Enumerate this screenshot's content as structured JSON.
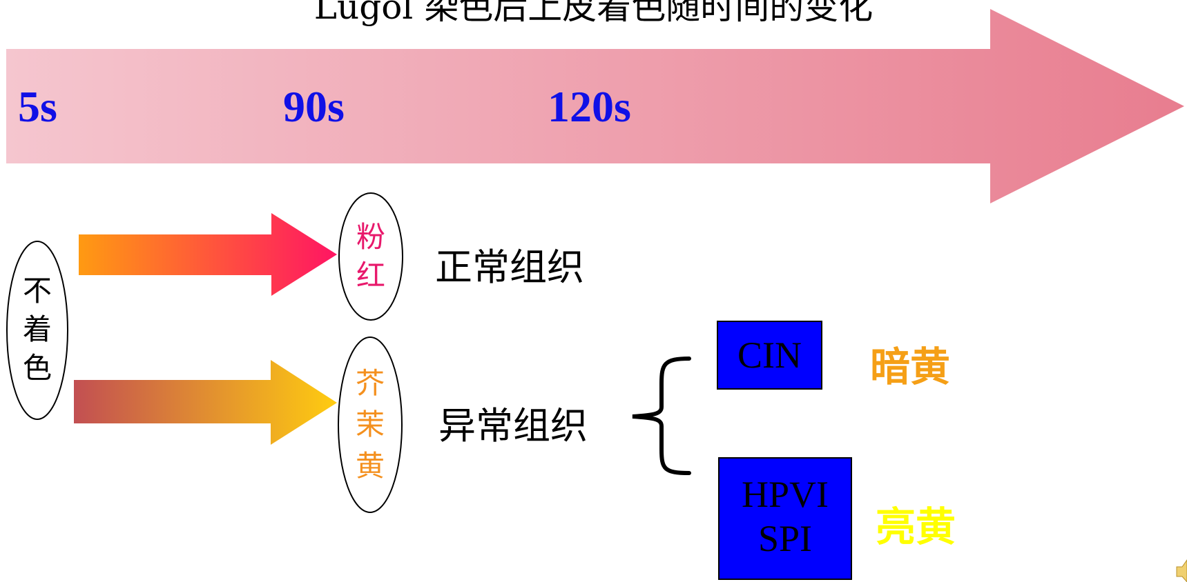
{
  "title": "Lugol   染色后上皮着色随时间的变化",
  "timeline": {
    "ticks": [
      "5s",
      "90s",
      "120s"
    ],
    "tick_color": "#1010e6",
    "arrow_color_start": "#f5c6cf",
    "arrow_color_end": "#e87d8f"
  },
  "start": {
    "label": "不着色"
  },
  "normal": {
    "stain": "粉红",
    "stain_color": "#e8186b",
    "tissue": "正常组织",
    "arrow_colors": [
      "#ff9a12",
      "#ff1563"
    ]
  },
  "abnormal": {
    "stain": "芥茉黄",
    "stain_color": "#f4901e",
    "tissue": "异常组织",
    "arrow_colors": [
      "#c24f52",
      "#ffcc10"
    ],
    "outcomes": [
      {
        "box": "CIN",
        "result": "暗黄",
        "result_color": "#f59f16"
      },
      {
        "box": "HPVI SPI",
        "result": "亮黄",
        "result_color": "#ffff00"
      }
    ]
  },
  "icons": [
    "speaker-icon"
  ]
}
